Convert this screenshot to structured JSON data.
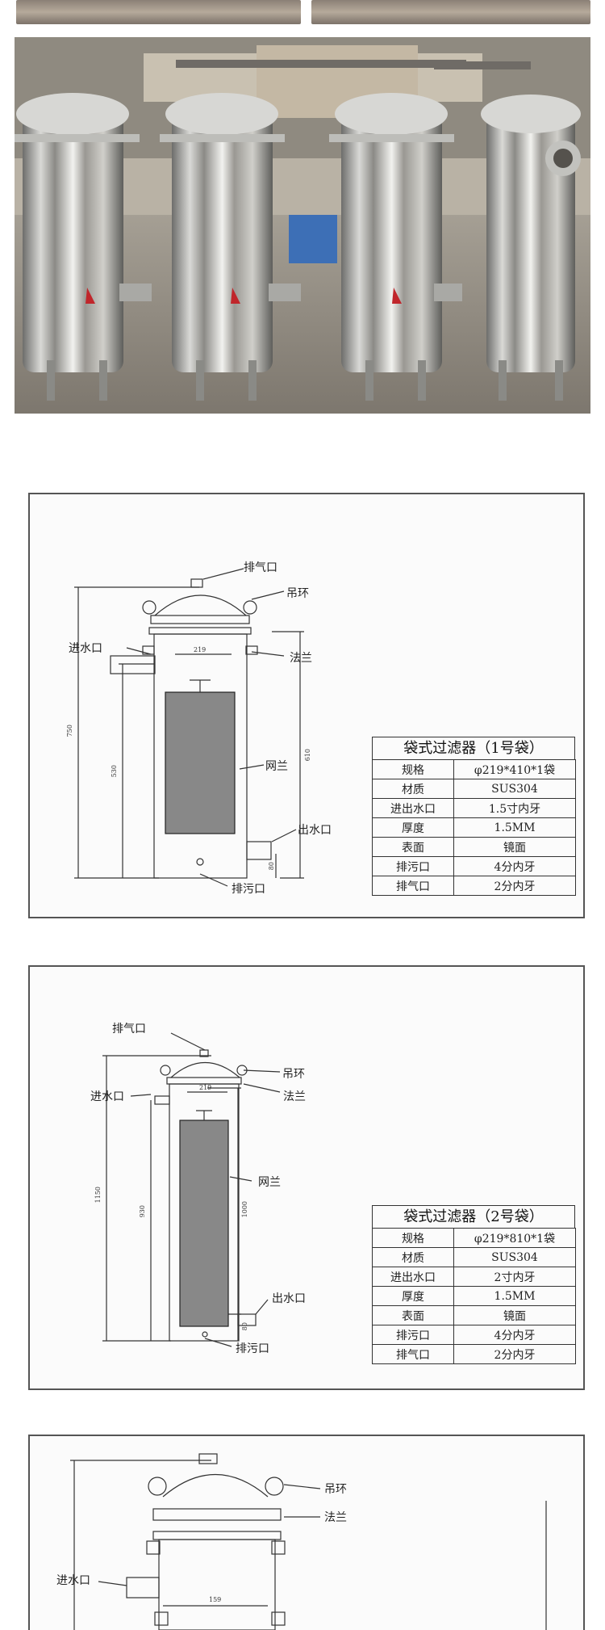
{
  "drawings": [
    {
      "labels": {
        "vent": "排气口",
        "ring": "吊环",
        "inlet": "进水口",
        "flange": "法兰",
        "mesh": "网兰",
        "outlet": "出水口",
        "drain": "排污口"
      },
      "dims": {
        "dia": "219",
        "total": "750",
        "inner": "530",
        "right": "610",
        "bottom": "80"
      },
      "table": {
        "title": "袋式过滤器（1号袋）",
        "rows": [
          {
            "k": "规格",
            "v": "φ219*410*1袋"
          },
          {
            "k": "材质",
            "v": "SUS304"
          },
          {
            "k": "进出水口",
            "v": "1.5寸内牙"
          },
          {
            "k": "厚度",
            "v": "1.5MM"
          },
          {
            "k": "表面",
            "v": "镜面"
          },
          {
            "k": "排污口",
            "v": "4分内牙"
          },
          {
            "k": "排气口",
            "v": "2分内牙"
          }
        ]
      }
    },
    {
      "labels": {
        "vent": "排气口",
        "ring": "吊环",
        "inlet": "进水口",
        "flange": "法兰",
        "mesh": "网兰",
        "outlet": "出水口",
        "drain": "排污口"
      },
      "dims": {
        "dia": "219",
        "total": "1150",
        "inner": "930",
        "right": "1000",
        "bottom": "80"
      },
      "table": {
        "title": "袋式过滤器（2号袋）",
        "rows": [
          {
            "k": "规格",
            "v": "φ219*810*1袋"
          },
          {
            "k": "材质",
            "v": "SUS304"
          },
          {
            "k": "进出水口",
            "v": "2寸内牙"
          },
          {
            "k": "厚度",
            "v": "1.5MM"
          },
          {
            "k": "表面",
            "v": "镜面"
          },
          {
            "k": "排污口",
            "v": "4分内牙"
          },
          {
            "k": "排气口",
            "v": "2分内牙"
          }
        ]
      }
    },
    {
      "labels": {
        "ring": "吊环",
        "flange": "法兰",
        "inlet": "进水口"
      },
      "dims": {
        "dia": "159"
      }
    }
  ]
}
